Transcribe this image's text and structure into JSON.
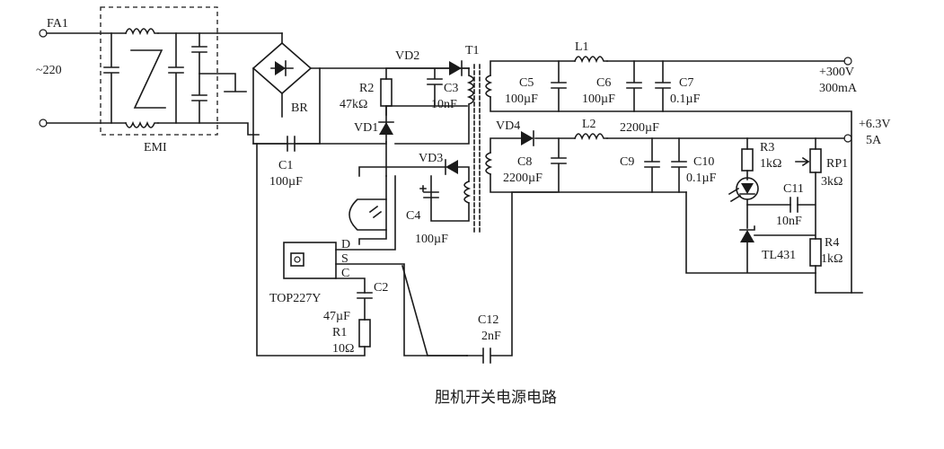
{
  "caption": "胆机开关电源电路",
  "labels": {
    "fa1": "FA1",
    "mains": "~220",
    "emi": "EMI",
    "br": "BR",
    "c1": "C1",
    "c1_val": "100µF",
    "r2": "R2",
    "r2_val": "47kΩ",
    "vd1": "VD1",
    "vd2": "VD2",
    "c3": "C3",
    "c3_val": "10nF",
    "t1": "T1",
    "vd3": "VD3",
    "c4": "C4",
    "c4_val": "100µF",
    "top": "TOP227Y",
    "pin_d": "D",
    "pin_s": "S",
    "pin_c": "C",
    "c2": "C2",
    "c2_val": "47µF",
    "r1": "R1",
    "r1_val": "10Ω",
    "c12": "C12",
    "c12_val": "2nF",
    "l1": "L1",
    "c5": "C5",
    "c5_val": "100µF",
    "c6": "C6",
    "c6_val": "100µF",
    "c7": "C7",
    "c7_val": "0.1µF",
    "out1_v": "+300V",
    "out1_i": "300mA",
    "vd4": "VD4",
    "l2": "L2",
    "l2_val": "2200µF",
    "c8": "C8",
    "c8_val": "2200µF",
    "c9": "C9",
    "c10": "C10",
    "c10_val": "0.1µF",
    "r3": "R3",
    "r3_val": "1kΩ",
    "rp1": "RP1",
    "rp1_val": "3kΩ",
    "c11": "C11",
    "c11_val": "10nF",
    "r4": "R4",
    "r4_val": "1kΩ",
    "tl431": "TL431",
    "out2_v": "+6.3V",
    "out2_i": "5A"
  }
}
